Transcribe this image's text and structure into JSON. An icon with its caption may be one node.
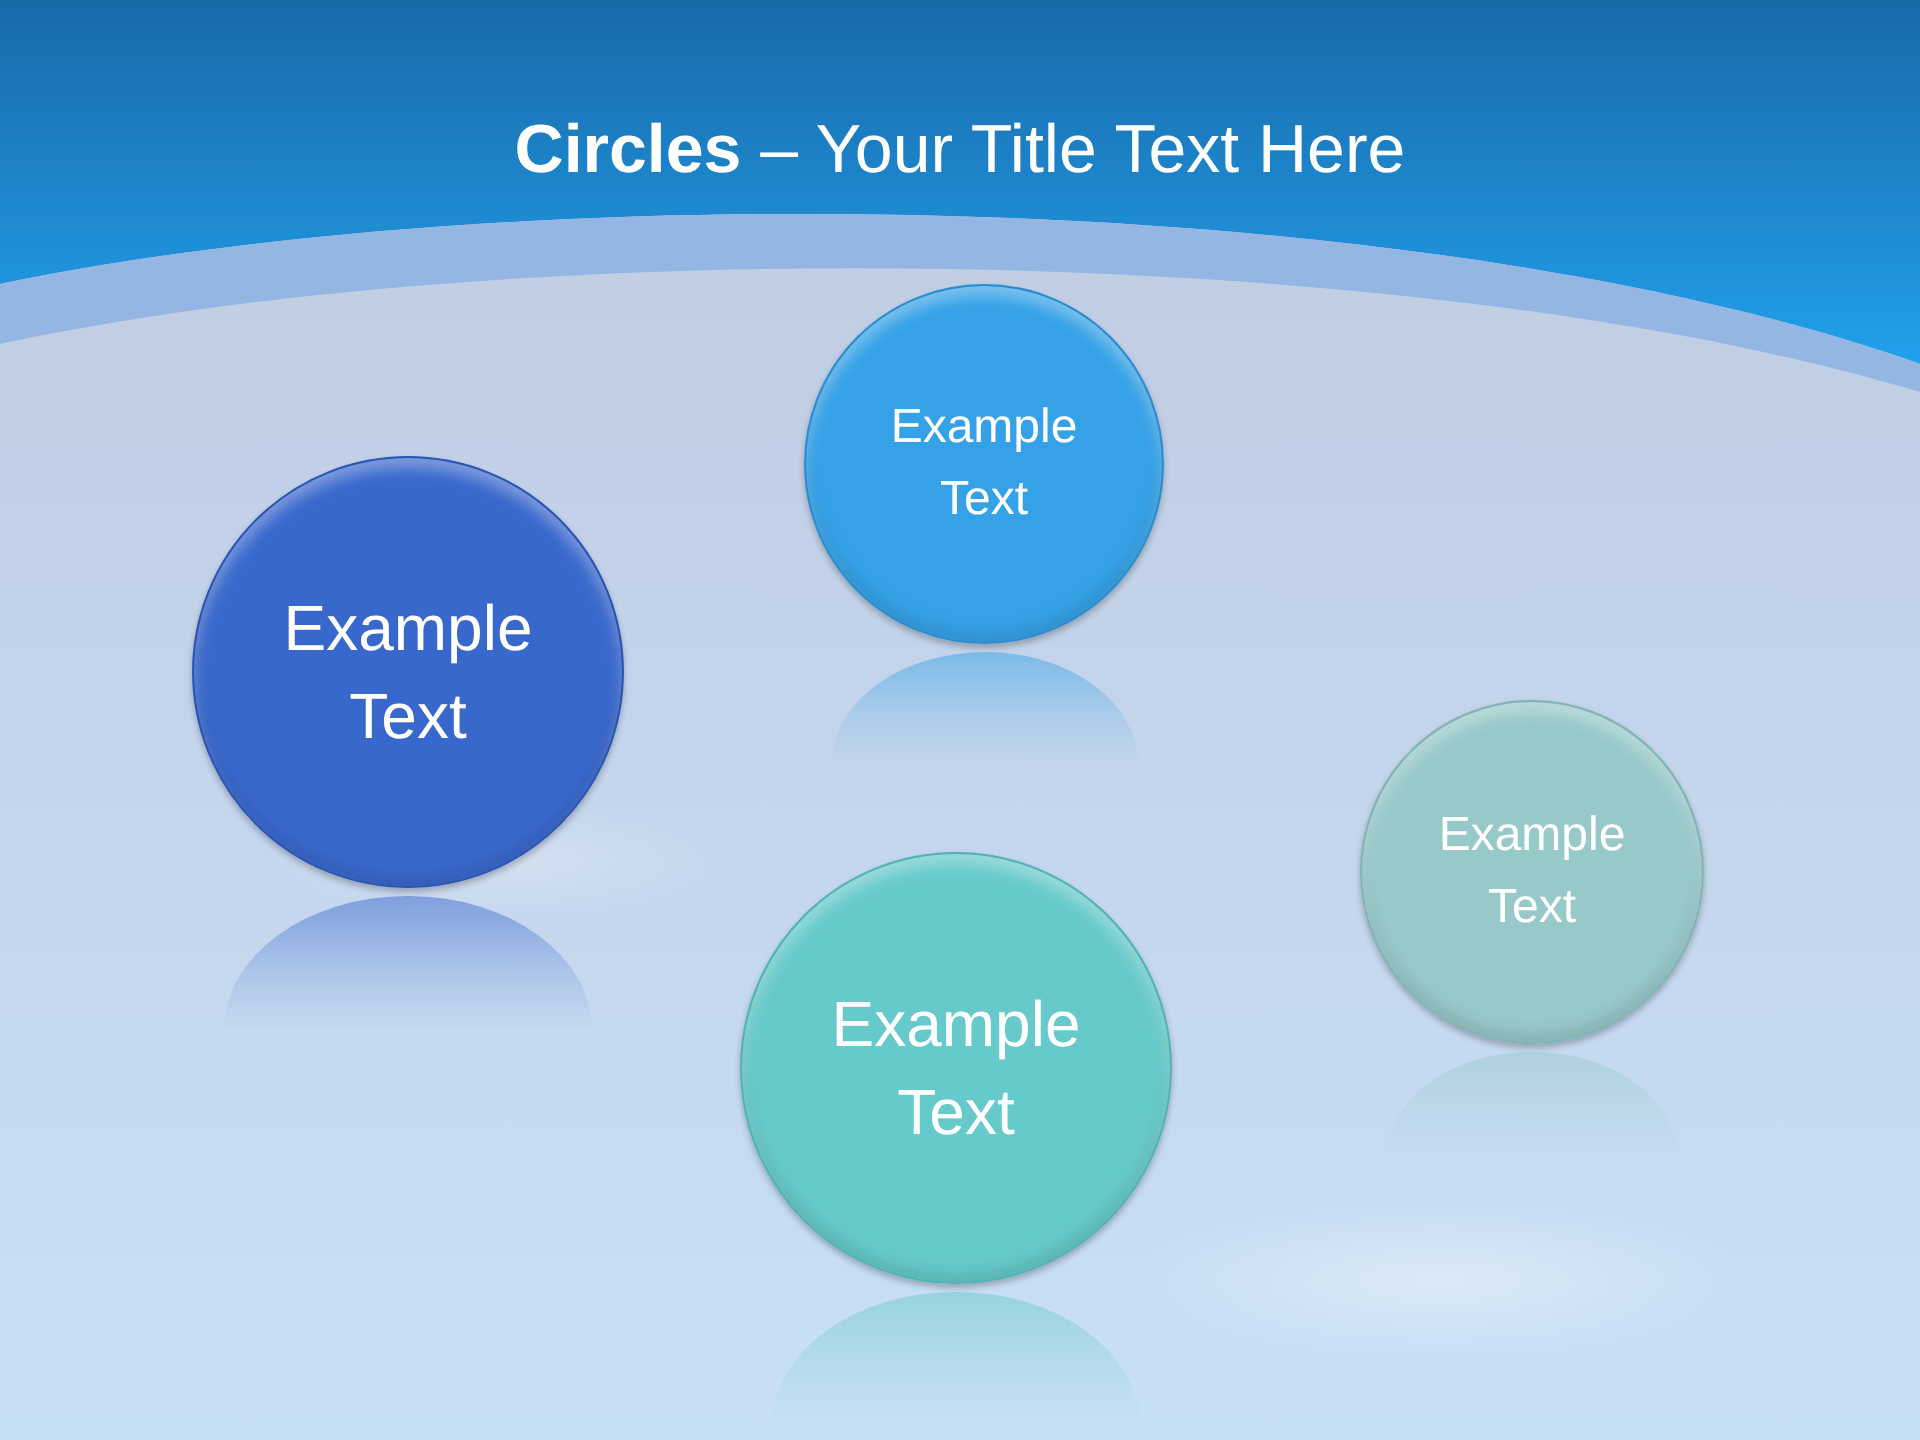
{
  "diagram": {
    "title": "**Circles** – Your Title Text Here",
    "nodes": [
      {
        "text": [
          "Example Text"
        ]
      },
      {
        "text": [
          "Example Text"
        ]
      },
      {
        "text": [
          "Example Text"
        ]
      },
      {
        "text": [
          "Example Text"
        ]
      }
    ]
  }
}
